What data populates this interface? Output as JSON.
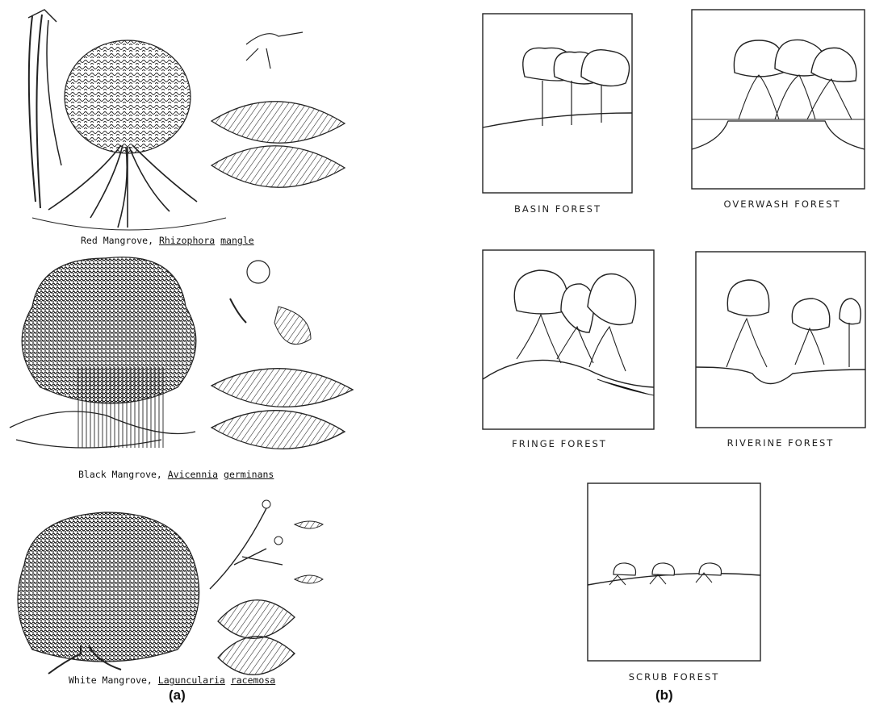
{
  "panel_a": {
    "label": "(a)",
    "species": [
      {
        "common": "Red Mangrove, ",
        "genus": "Rhizophora",
        "epithet": "mangle"
      },
      {
        "common": "Black Mangrove, ",
        "genus": "Avicennia",
        "epithet": "germinans"
      },
      {
        "common": "White Mangrove, ",
        "genus": "Laguncularia",
        "epithet": "racemosa"
      }
    ]
  },
  "panel_b": {
    "label": "(b)",
    "forests": [
      {
        "label": "BASIN FOREST"
      },
      {
        "label": "OVERWASH FOREST"
      },
      {
        "label": "FRINGE FOREST"
      },
      {
        "label": "RIVERINE FOREST"
      },
      {
        "label": "SCRUB FOREST"
      }
    ]
  }
}
